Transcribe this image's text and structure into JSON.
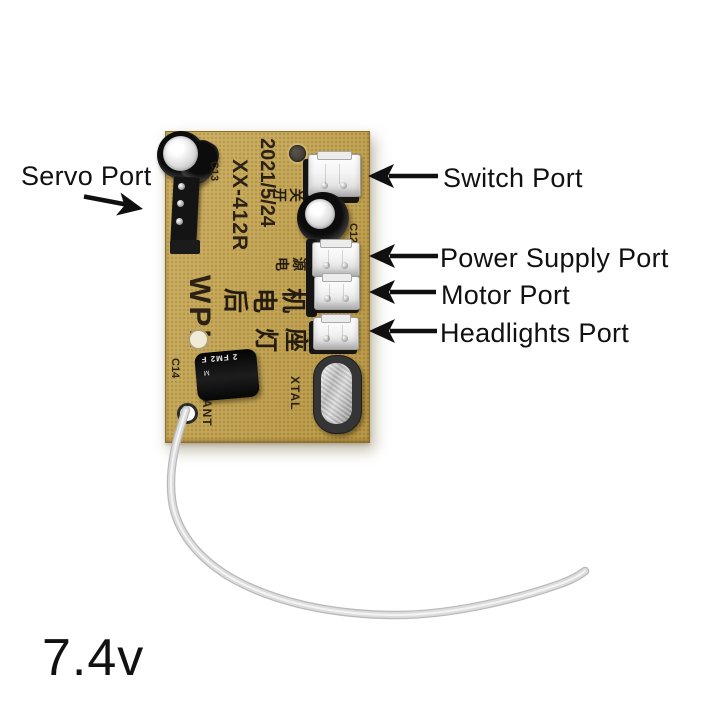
{
  "annotations": {
    "servo_port": "Servo Port",
    "switch_port": "Switch Port",
    "power_supply_port": "Power Supply Port",
    "motor_port": "Motor Port",
    "headlights_port": "Headlights Port",
    "voltage": "7.4v"
  },
  "board": {
    "brand": "WPL",
    "model": "XX-412R",
    "date_code": "2021/5/24",
    "silkscreen": {
      "switch_cn": "开关",
      "power_cn": "电源",
      "rear_motor_cn": "后电机",
      "lamp_socket_cn": "灯座",
      "xtal_label": "XTAL",
      "ant_label": "ANT",
      "cap_c12": "C12",
      "cap_c13": "C13",
      "cap_c14": "C14"
    },
    "component_markings": {
      "c14_capacitor": "2 FM2 F",
      "c14_polarity": "M"
    },
    "colors": {
      "pcb": "#c8a64e",
      "silkscreen": "#2b2115",
      "annotation_text": "#111111",
      "antenna_wire": "#d8d8d8"
    }
  }
}
